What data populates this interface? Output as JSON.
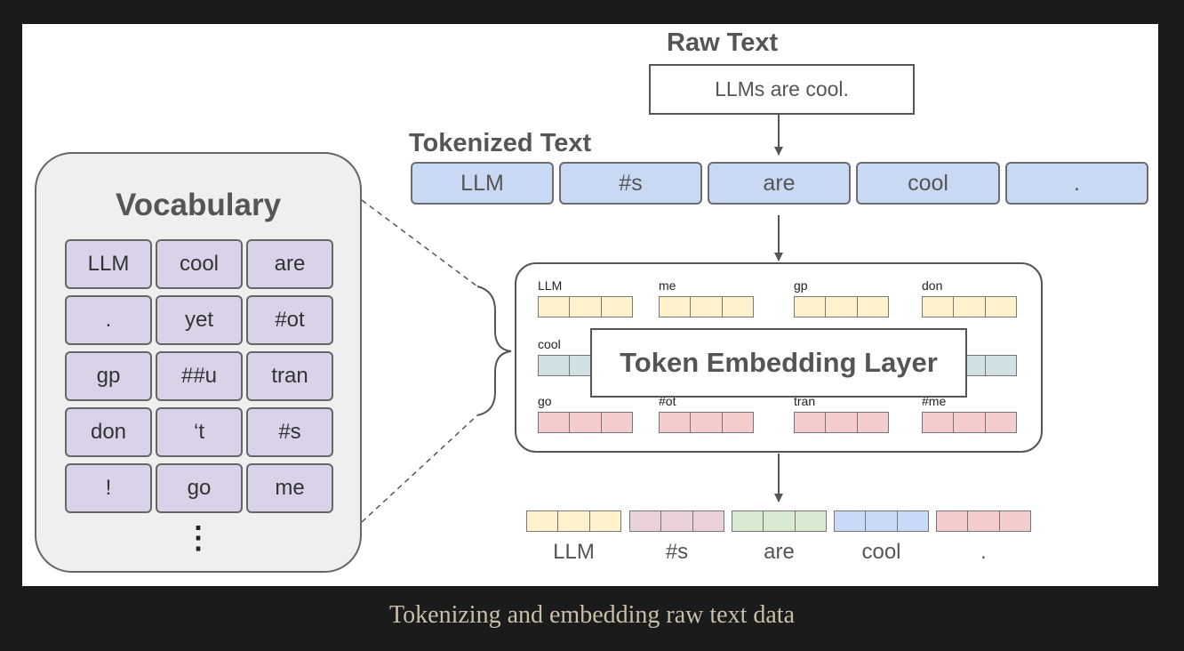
{
  "raw_text": {
    "title": "Raw Text",
    "value": "LLMs are cool."
  },
  "tokenized_text": {
    "title": "Tokenized Text",
    "tokens": [
      "LLM",
      "#s",
      "are",
      "cool",
      "."
    ]
  },
  "vocabulary": {
    "title": "Vocabulary",
    "cells": [
      "LLM",
      "cool",
      "are",
      ".",
      "yet",
      "#ot",
      "gp",
      "##u",
      "tran",
      "don",
      "‘t",
      "#s",
      "!",
      "go",
      "me"
    ],
    "ellipsis": "⋮"
  },
  "embedding_layer": {
    "title": "Token Embedding Layer",
    "rows": [
      [
        {
          "label": "LLM",
          "color": "#fff2cc"
        },
        {
          "label": "me",
          "color": "#fff2cc"
        },
        {
          "label": "gp",
          "color": "#fff2cc"
        },
        {
          "label": "don",
          "color": "#fff2cc"
        }
      ],
      [
        {
          "label": "cool",
          "color": "#d0e0e3"
        },
        {
          "label": "",
          "color": "#d0e0e3"
        }
      ],
      [
        {
          "label": "go",
          "color": "#f4cccc"
        },
        {
          "label": "#ot",
          "color": "#f4cccc"
        },
        {
          "label": "tran",
          "color": "#f4cccc"
        },
        {
          "label": "#me",
          "color": "#f4cccc"
        }
      ]
    ]
  },
  "output_embeddings": [
    {
      "label": "LLM",
      "color": "#fff2cc"
    },
    {
      "label": "#s",
      "color": "#ead1dc"
    },
    {
      "label": "are",
      "color": "#d9ead3"
    },
    {
      "label": "cool",
      "color": "#c9daf8"
    },
    {
      "label": ".",
      "color": "#f4cccc"
    }
  ],
  "caption": "Tokenizing and embedding raw text data"
}
